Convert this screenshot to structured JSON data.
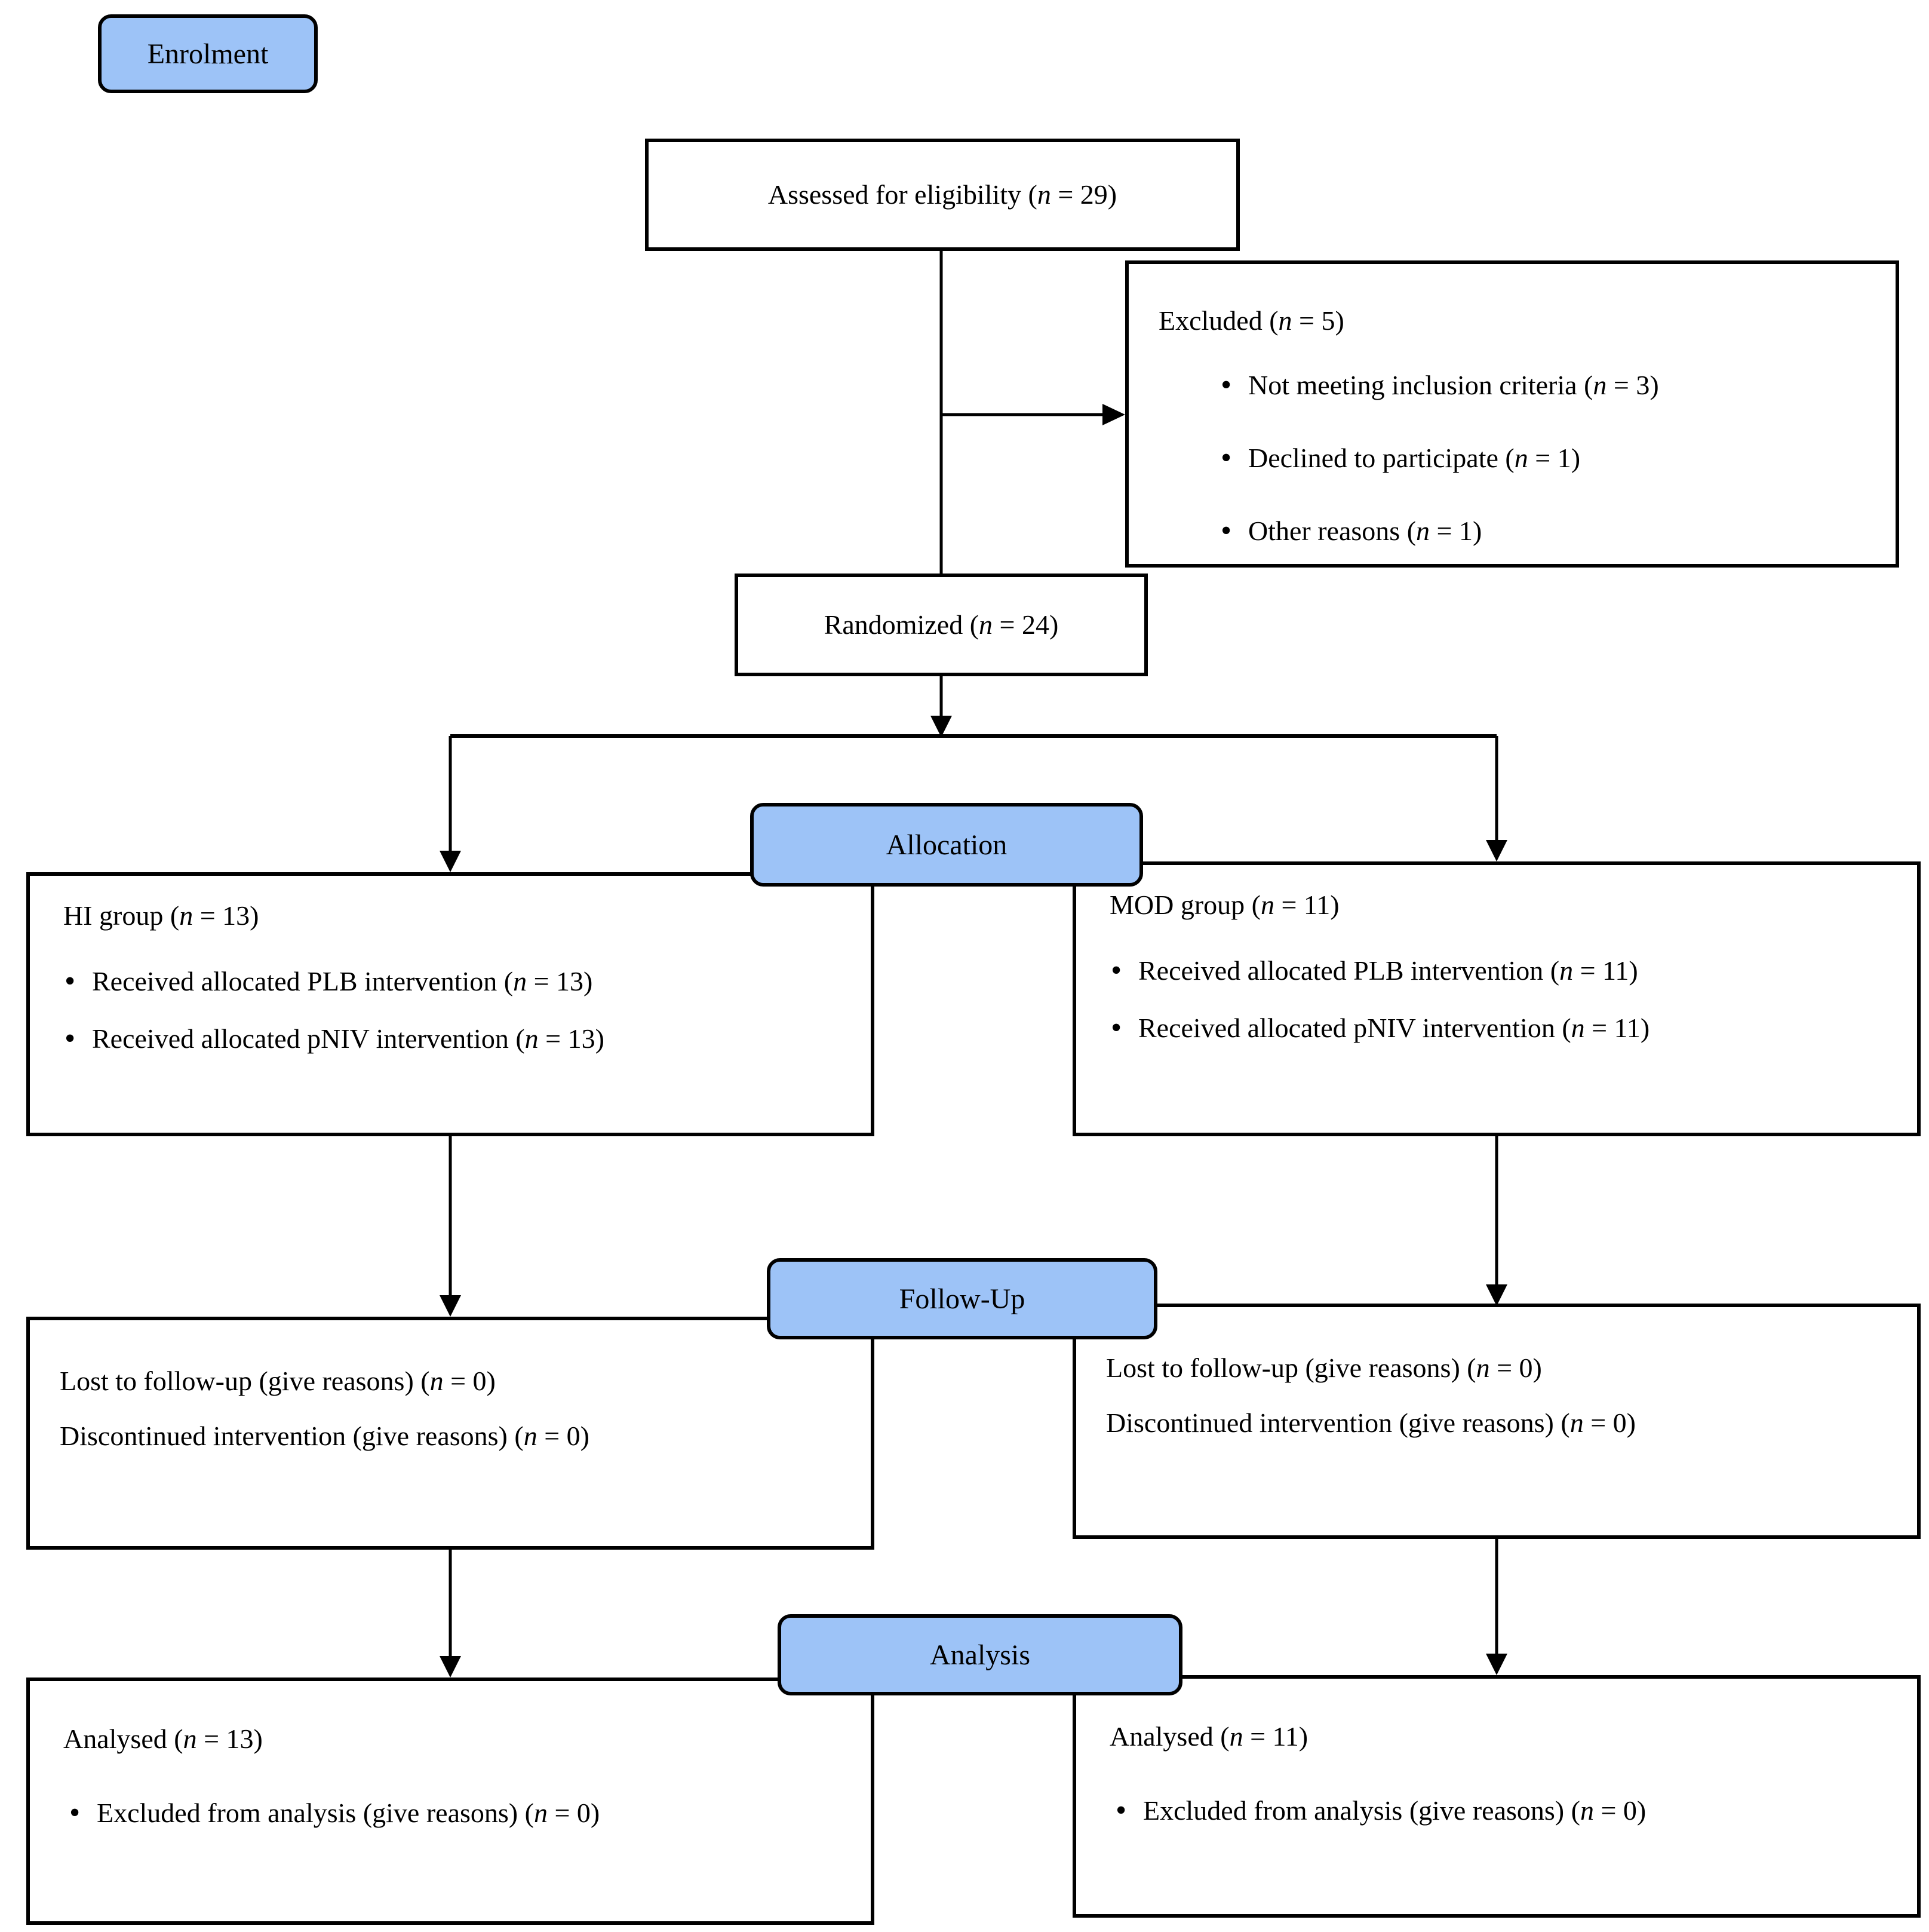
{
  "colors": {
    "stage_fill": "#9DC3F7",
    "line": "#000000",
    "box_fill": "#FFFFFF"
  },
  "stages": {
    "enrolment_label": "Enrolment",
    "allocation_label": "Allocation",
    "followup_label": "Follow-Up",
    "analysis_label": "Analysis"
  },
  "enrolment": {
    "assessed": "Assessed for eligibility (n = 29)",
    "excluded_title": "Excluded (n = 5)",
    "excluded_bullets": [
      "Not meeting inclusion criteria (n = 3)",
      "Declined to participate (n = 1)",
      "Other reasons (n = 1)"
    ],
    "randomized": "Randomized (n = 24)"
  },
  "allocation": {
    "left": {
      "title": "HI group (n = 13)",
      "bullets": [
        "Received allocated PLB intervention (n = 13)",
        "Received allocated pNIV intervention (n = 13)"
      ]
    },
    "right": {
      "title": "MOD group (n = 11)",
      "bullets": [
        "Received allocated PLB intervention (n = 11)",
        "Received allocated pNIV intervention (n = 11)"
      ]
    }
  },
  "followup": {
    "left": {
      "lines": [
        "Lost to follow-up (give reasons) (n = 0)",
        "Discontinued intervention (give reasons) (n = 0)"
      ]
    },
    "right": {
      "lines": [
        "Lost to follow-up (give reasons) (n = 0)",
        "Discontinued intervention (give reasons) (n = 0)"
      ]
    }
  },
  "analysis": {
    "left": {
      "title": "Analysed (n = 13)",
      "bullets": [
        "Excluded from analysis (give reasons) (n = 0)"
      ]
    },
    "right": {
      "title": "Analysed (n = 11)",
      "bullets": [
        "Excluded from analysis (give reasons) (n = 0)"
      ]
    }
  }
}
